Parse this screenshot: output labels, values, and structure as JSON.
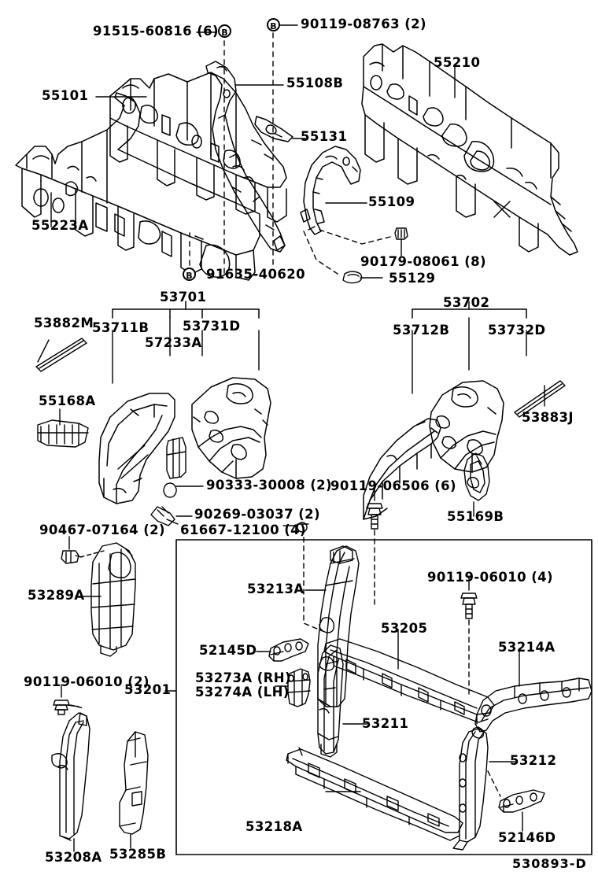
{
  "diagram": {
    "code": "530893-D",
    "badge_letter": "B"
  },
  "labels": {
    "l91515_60816": "91515-60816 (6)",
    "l90119_08763": "90119-08763 (2)",
    "l55210": "55210",
    "l55101": "55101",
    "l55108B": "55108B",
    "l55131": "55131",
    "l55109": "55109",
    "l55223A": "55223A",
    "l91635_40620": "91635-40620",
    "l90179_08061": "90179-08061 (8)",
    "l55129": "55129",
    "l53701": "53701",
    "l53882M": "53882M",
    "l53711B": "53711B",
    "l53731D": "53731D",
    "l57233A": "57233A",
    "l55168A": "55168A",
    "l53702": "53702",
    "l53712B": "53712B",
    "l53732D": "53732D",
    "l53883J": "53883J",
    "l90333_30008": "90333-30008 (2)",
    "l90269_03037": "90269-03037 (2)",
    "l61667_12100": "61667-12100 (4)",
    "l90119_06506": "90119-06506 (6)",
    "l55169B": "55169B",
    "l90467_07164": "90467-07164 (2)",
    "l53289A": "53289A",
    "l90119_06010_2": "90119-06010 (2)",
    "l53201": "53201",
    "l53208A": "53208A",
    "l53285B": "53285B",
    "l53213A": "53213A",
    "l52145D": "52145D",
    "l53273A_rh": "53273A (RH)",
    "l53274A_lh": "53274A (LH)",
    "l53205": "53205",
    "l90119_06010_4": "90119-06010 (4)",
    "l53214A": "53214A",
    "l53211": "53211",
    "l53212": "53212",
    "l53218A": "53218A",
    "l52146D": "52146D"
  }
}
